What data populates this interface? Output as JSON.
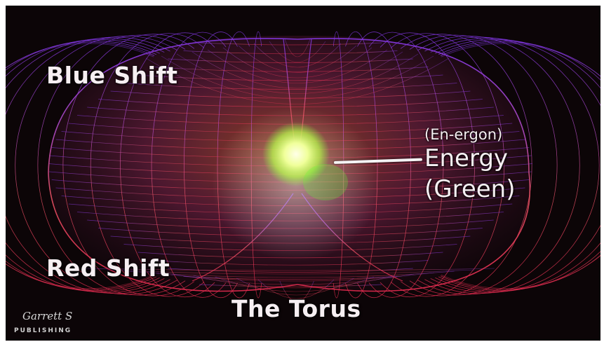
{
  "labels": {
    "blue_shift": "Blue Shift",
    "red_shift": "Red Shift",
    "the_torus": "The Torus",
    "en_ergon": "(En-ergon)",
    "energy": "Energy",
    "green": "(Green)"
  },
  "logo": {
    "script": "Garrett S",
    "word": "PUBLISHING"
  },
  "colors": {
    "background": "#0c0507",
    "top_mesh": "#a24cff",
    "bottom_mesh": "#ff3f6a",
    "core_glow": "#f3ff9a",
    "side_glow": "#7cff3c"
  }
}
